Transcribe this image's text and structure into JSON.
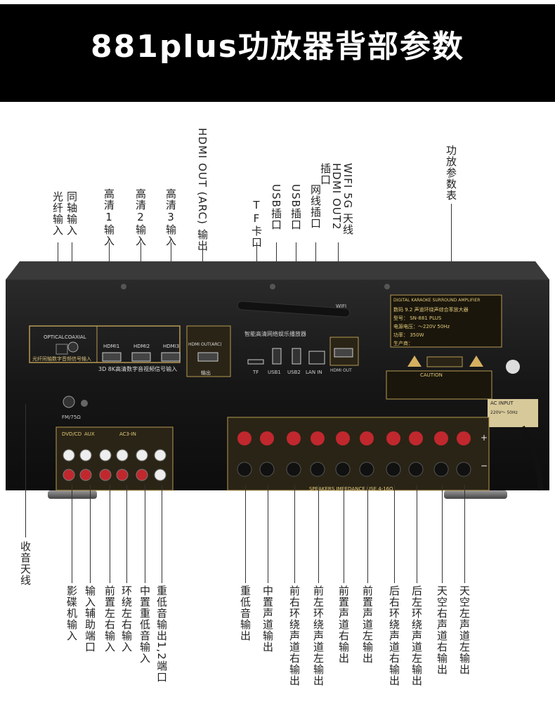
{
  "title": "881plus功放器背部参数",
  "labels_top": {
    "optical": "光纤输入",
    "coaxial": "同轴输入",
    "hdmi1": "高清1输入",
    "hdmi2": "高清2输入",
    "hdmi3": "高清3输入",
    "hdmi_arc": "HDMI OUT (ARC) 输出",
    "tf": "TF卡口",
    "usb1": "USB插口",
    "usb2": "USB插口",
    "lan": "网线插口",
    "wifi": "WIFI 5G 天线 HDMI OUT2插口",
    "spec": "功放参数表"
  },
  "labels_bottom": {
    "antenna": "收音天线",
    "dvd": "影碟机输入",
    "aux": "输入辅助端口",
    "front_in": "前置左右输入",
    "surround_in": "环绕左右输入",
    "center_sub_in": "中置重低音输入",
    "sub_out": "重低音输出1,2端口",
    "sub": "重低音输出",
    "center": "中置声道输出",
    "fr_surround": "前右环绕声道右输出",
    "fl_surround": "前左环绕声道左输出",
    "front_r": "前置声道右输出",
    "front_l": "前置声道左输出",
    "rr_surround": "后右环绕声道右输出",
    "rl_surround": "后左环绕声道左输出",
    "sky_r": "天空右声道右输出",
    "sky_l": "天空左声道左输出"
  },
  "panel": {
    "optical": "OPTICAL",
    "coaxial": "COAXIAL",
    "digital_in": "光纤同轴数字音频信号输入",
    "hdmi1": "HDMI1",
    "hdmi2": "HDMI2",
    "hdmi3": "HDMI3",
    "hdmi_group": "3D 8K高清数字音视频信号输入",
    "hdmi_out": "HDMI OUT(ARC)",
    "hdmi_out_sub": "输出",
    "network_title": "智能高清网络娱乐播放器",
    "wifi": "WIFI",
    "tf": "TF",
    "usb1": "USB1",
    "usb2": "USB2",
    "lan": "LAN IN",
    "hdmi_out2": "HDMI OUT",
    "spec_title": "DIGITAL KARAOKE SURROUND AMPLIFIER",
    "spec_cn": "数码 9.2 声道环绕声综合率放大器",
    "spec_model": "型号：  SN-881 PLUS",
    "spec_power": "电源电压：～220V  50Hz",
    "spec_watt": "功率：   350W",
    "spec_maker": "生产商：",
    "caution": "CAUTION",
    "ac_input": "AC INPUT",
    "ac_value": "220V～ 50Hz",
    "antenna": "FM/75Ω",
    "speaker_note": "SPEAKERS IMPEDANCE USE 4-16Ω",
    "dvd": "DVD/CD",
    "aux": "AUX",
    "ac3": "AC3-IN",
    "plus": "+",
    "minus": "−"
  },
  "colors": {
    "banner": "#000000",
    "chassis": "#1a1a1a",
    "gold": "#b89a52",
    "red_post": "#c0282e"
  }
}
